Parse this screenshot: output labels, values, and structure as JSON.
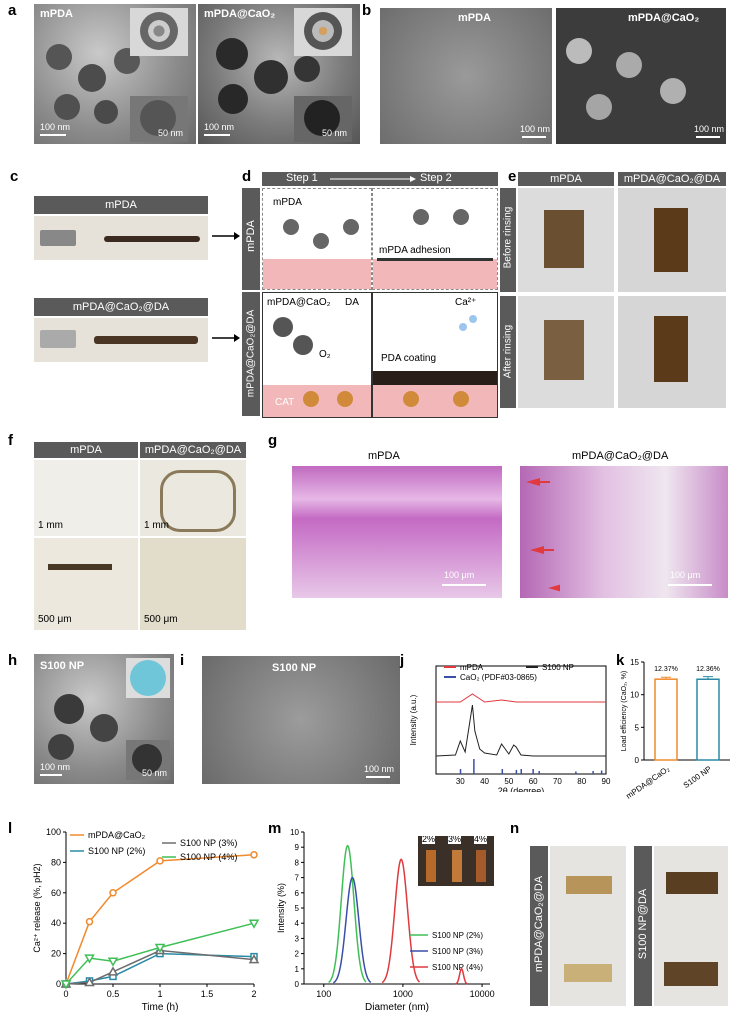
{
  "panels": {
    "a": "a",
    "b": "b",
    "c": "c",
    "d": "d",
    "e": "e",
    "f": "f",
    "g": "g",
    "h": "h",
    "i": "i",
    "j": "j",
    "k": "k",
    "l": "l",
    "m": "m",
    "n": "n"
  },
  "a": {
    "left_label": "mPDA",
    "right_label": "mPDA@CaO₂",
    "scale_main": "100 nm",
    "scale_inset": "50 nm"
  },
  "b": {
    "left_label": "mPDA",
    "right_label": "mPDA@CaO₂",
    "scale": "100 nm"
  },
  "c": {
    "top_label": "mPDA",
    "bottom_label": "mPDA@CaO₂@DA"
  },
  "d": {
    "step1": "Step 1",
    "step2": "Step 2",
    "row1": "mPDA",
    "row2": "mPDA@CaO₂@DA",
    "mpda": "mPDA",
    "adhesion": "mPDA adhesion",
    "mpdacao2": "mPDA@CaO₂",
    "da": "DA",
    "o2": "O₂",
    "cat": "CAT",
    "ca": "Ca²⁺",
    "coating": "PDA coating"
  },
  "e": {
    "col1": "mPDA",
    "col2": "mPDA@CaO₂@DA",
    "row1": "Before rinsing",
    "row2": "After rinsing"
  },
  "f": {
    "col1": "mPDA",
    "col2": "mPDA@CaO₂@DA",
    "scale_top": "1 mm",
    "scale_bottom": "500 μm"
  },
  "g": {
    "left": "mPDA",
    "right": "mPDA@CaO₂@DA",
    "scale": "100 μm"
  },
  "h": {
    "label": "S100 NP",
    "scale_main": "100 nm",
    "scale_inset": "50 nm"
  },
  "i": {
    "label": "S100 NP",
    "scale": "100 nm"
  },
  "colors": {
    "orange": "#f08a2c",
    "teal": "#2a8aa6",
    "gray": "#6d6d6d",
    "green": "#3fbf57",
    "red": "#e0393e",
    "blue": "#3a4fa8",
    "pink": "#e8a0a8",
    "purple": "#8a2a8a"
  },
  "chart_data": [
    {
      "panel": "j",
      "type": "line",
      "xlabel": "2θ (degree)",
      "ylabel": "Intensity (a.u.)",
      "xlim": [
        20,
        90
      ],
      "xticks": [
        30,
        40,
        50,
        60,
        70,
        80,
        90
      ],
      "legend": [
        "mPDA",
        "S100 NP",
        "CaO₂ (PDF#03-0865)"
      ],
      "series": [
        {
          "name": "mPDA",
          "x": [
            20,
            30,
            35,
            40,
            47,
            53,
            60,
            70,
            80,
            90
          ],
          "values": [
            10.4,
            10.4,
            10.6,
            10.4,
            10.45,
            10.4,
            10.4,
            10.4,
            10.4,
            10.4
          ]
        },
        {
          "name": "S100 NP",
          "x": [
            20,
            28,
            30,
            32,
            35,
            36,
            38,
            40,
            45,
            47,
            50,
            52,
            53,
            55,
            60,
            65,
            70,
            75,
            80,
            90
          ],
          "values": [
            3.5,
            3.6,
            5.0,
            3.9,
            8.6,
            6.0,
            4.2,
            3.8,
            3.6,
            4.7,
            3.7,
            4.6,
            4.4,
            3.6,
            3.5,
            3.5,
            3.5,
            3.5,
            3.5,
            3.5
          ]
        },
        {
          "name": "CaO₂ (PDF#03-0865)",
          "x": [
            30.1,
            35.6,
            47.3,
            53.1,
            55.1,
            60.0,
            62.5,
            77.6,
            84.7,
            88.2
          ],
          "values": [
            1,
            3,
            1,
            0.8,
            1,
            1,
            0.6,
            0.5,
            0.6,
            0.7
          ]
        }
      ]
    },
    {
      "panel": "k",
      "type": "bar",
      "ylabel": "Load efficiency (CaO₂, %)",
      "ylim": [
        0,
        15
      ],
      "yticks": [
        0,
        5,
        10,
        15
      ],
      "categories": [
        "mPDA@CaO₂",
        "S100 NP"
      ],
      "values": [
        12.37,
        12.36
      ],
      "data_labels": [
        "12.37%",
        "12.36%"
      ],
      "errors": [
        0.3,
        0.4
      ]
    },
    {
      "panel": "l",
      "type": "line",
      "xlabel": "Time (h)",
      "ylabel": "Ca²⁺ release (%, pH2)",
      "xlim": [
        0,
        2
      ],
      "ylim": [
        0,
        100
      ],
      "xticks": [
        0,
        0.5,
        1,
        1.5,
        2
      ],
      "yticks": [
        0,
        20,
        40,
        60,
        80,
        100
      ],
      "series": [
        {
          "name": "mPDA@CaO₂",
          "x": [
            0,
            0.25,
            0.5,
            1,
            2
          ],
          "values": [
            0,
            41,
            60,
            81,
            85
          ]
        },
        {
          "name": "S100 NP (2%)",
          "x": [
            0,
            0.25,
            0.5,
            1,
            2
          ],
          "values": [
            0,
            2,
            5,
            20,
            18
          ]
        },
        {
          "name": "S100 NP (3%)",
          "x": [
            0,
            0.25,
            0.5,
            1,
            2
          ],
          "values": [
            0,
            1,
            8,
            22,
            16
          ]
        },
        {
          "name": "S100 NP (4%)",
          "x": [
            0,
            0.25,
            0.5,
            1,
            2
          ],
          "values": [
            0,
            17,
            15,
            24,
            40
          ]
        }
      ]
    },
    {
      "panel": "m",
      "type": "line",
      "xlabel": "Diameter (nm)",
      "ylabel": "Intensity (%)",
      "ylim": [
        0,
        10
      ],
      "yticks": [
        0,
        1,
        2,
        3,
        4,
        5,
        6,
        7,
        8,
        9,
        10
      ],
      "xticks": [
        "100",
        "1000",
        "10000"
      ],
      "inset_labels": [
        "2%",
        "3%",
        "4%"
      ],
      "series": [
        {
          "name": "S100 NP (2%)",
          "peak_x": 200,
          "peak_y": 9.1
        },
        {
          "name": "S100 NP (3%)",
          "peak_x": 230,
          "peak_y": 7.0
        },
        {
          "name": "S100 NP (4%)",
          "peak_x": 950,
          "peak_y": 8.2,
          "peak2_x": 5500,
          "peak2_y": 1.0
        }
      ]
    }
  ],
  "n": {
    "left": "mPDA@CaO₂@DA",
    "right": "S100 NP@DA"
  }
}
